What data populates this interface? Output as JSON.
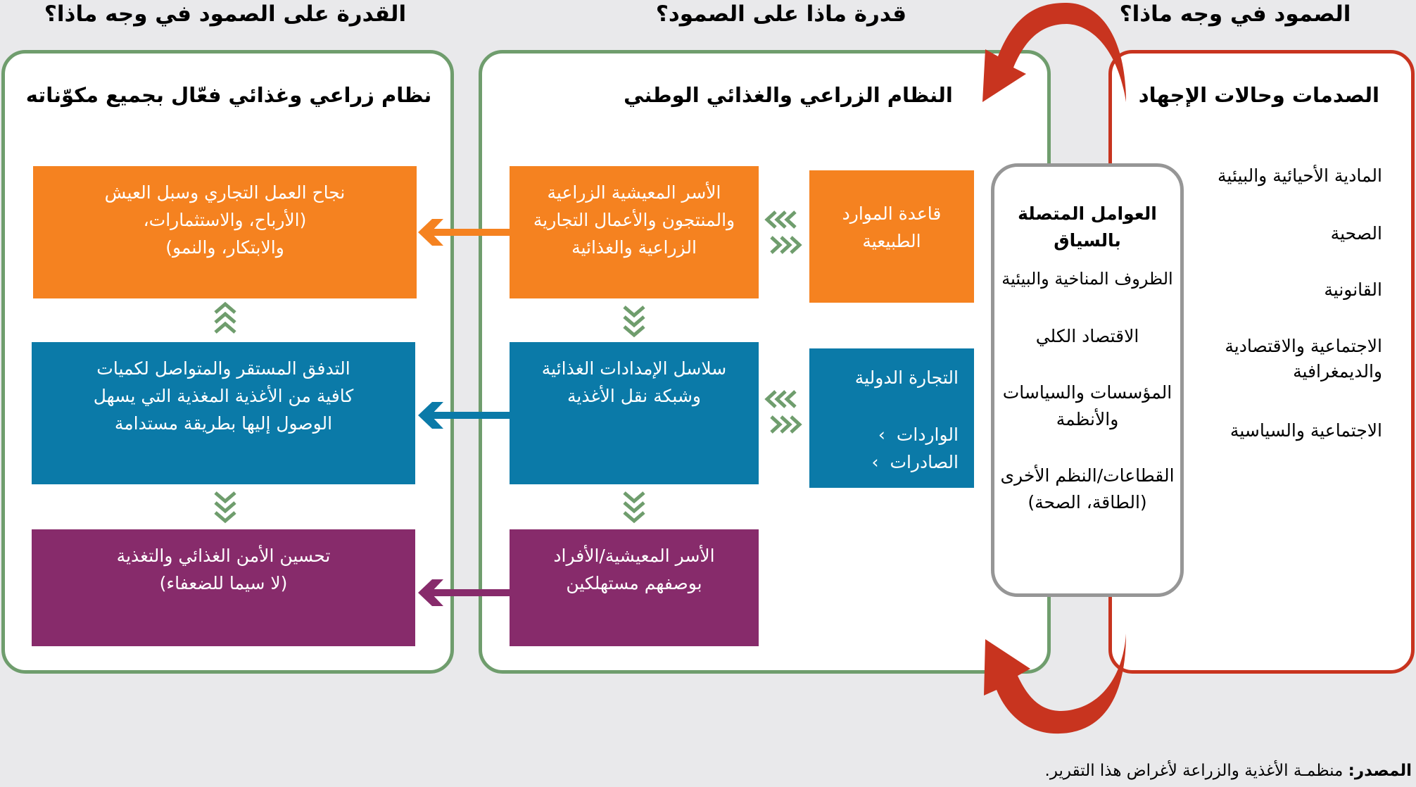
{
  "colors": {
    "background": "#e9e9eb",
    "panel_green_border": "#6f9d6d",
    "panel_red_border": "#c8341f",
    "context_border": "#969696",
    "orange": "#f58220",
    "blue": "#0b7aa8",
    "purple": "#872b6b",
    "chevron_green": "#6f9d6d",
    "cycle_arrow_red": "#c8341f"
  },
  "columns": {
    "shocks": {
      "heading": "الصمود في وجه ماذا؟",
      "panel_title": "الصدمات وحالات الإجهاد",
      "items": [
        "المادية الأحيائية والبيئية",
        "الصحية",
        "القانونية",
        [
          "الاجتماعية والاقتصادية",
          "والديمغرافية"
        ],
        "الاجتماعية والسياسية"
      ]
    },
    "national_system": {
      "heading": "قدرة ماذا على الصمود؟",
      "panel_title": "النظام الزراعي والغذائي الوطني",
      "boxes": {
        "producers": [
          "الأسر المعيشية الزراعية",
          "والمنتجون والأعمال التجارية",
          "الزراعية والغذائية"
        ],
        "natural_resources": [
          "قاعدة الموارد",
          "الطبيعية"
        ],
        "supply_chains": [
          "سلاسل الإمدادات الغذائية",
          "وشبكة نقل الأغذية"
        ],
        "trade": {
          "title": "التجارة الدولية",
          "items": [
            "الواردات",
            "الصادرات"
          ],
          "bullet_icon": "chevron-right-icon"
        },
        "consumers": [
          "الأسر المعيشية/الأفراد",
          "بوصفهم مستهلكين"
        ]
      }
    },
    "outcomes": {
      "heading": "القدرة على الصمود في وجه ماذا؟",
      "panel_title": "نظام زراعي وغذائي فعّال بجميع مكوّناته",
      "boxes": {
        "business": [
          "نجاح العمل التجاري وسبل العيش",
          "(الأرباح، والاستثمارات،",
          "والابتكار، والنمو)"
        ],
        "food_flow": [
          "التدفق المستقر والمتواصل لكميات",
          "كافية من الأغذية المغذية التي يسهل",
          "الوصول إليها بطريقة مستدامة"
        ],
        "food_security": [
          "تحسين الأمن الغذائي والتغذية",
          "(لا سيما للضعفاء)"
        ]
      }
    }
  },
  "context_factors": {
    "title": [
      "العوامل المتصلة",
      "بالسياق"
    ],
    "items": [
      [
        "الظروف المناخية والبيئية"
      ],
      [
        "الاقتصاد الكلي"
      ],
      [
        "المؤسسات والسياسات",
        "والأنظمة"
      ],
      [
        "القطاعات/النظم الأخرى",
        "(الطاقة، الصحة)"
      ]
    ]
  },
  "source": {
    "label": "المصدر:",
    "text": " منظمـة الأغذية والزراعة لأغراض هذا التقرير."
  }
}
